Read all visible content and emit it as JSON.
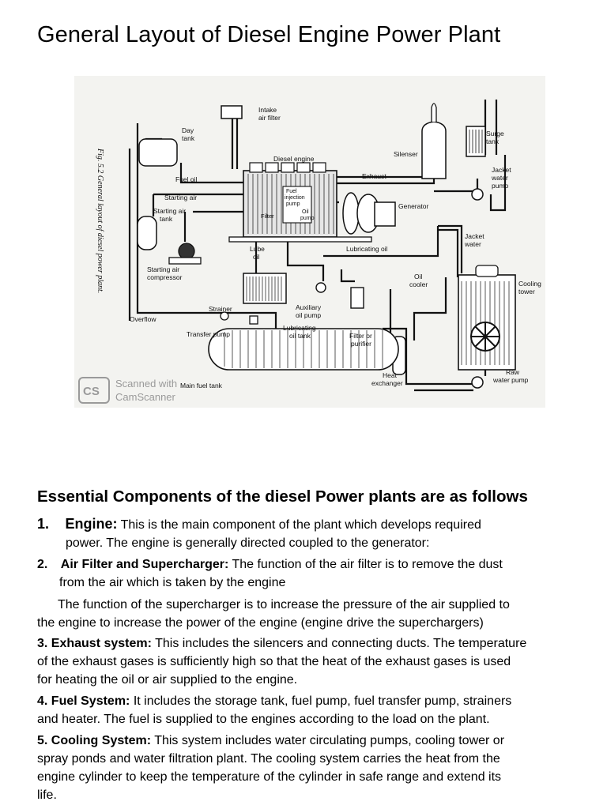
{
  "page": {
    "title": "General Layout of Diesel Engine Power Plant"
  },
  "figure": {
    "caption_side": "Fig. 5.2   General layout of diesel power plant.",
    "watermark": {
      "logo": "CS",
      "line1": "Scanned with",
      "line2": "CamScanner"
    },
    "labels": {
      "intake_air_filter_1": "Intake",
      "intake_air_filter_2": "air filter",
      "day_tank_1": "Day",
      "day_tank_2": "tank",
      "surge_tank_1": "Surge",
      "surge_tank_2": "tank",
      "silenser": "Silenser",
      "diesel_engine": "Diesel engine",
      "fuel_oil": "Fuel oil",
      "exhaust": "Exhaust",
      "jacket_water_pump_1": "Jacket",
      "jacket_water_pump_2": "water",
      "jacket_water_pump_3": "pump",
      "starting_air": "Starting air",
      "fuel_injection_pump_1": "Fuel",
      "fuel_injection_pump_2": "injection",
      "fuel_injection_pump_3": "pump",
      "starting_air_tank_1": "Starting air",
      "starting_air_tank_2": "tank",
      "generator": "Generator",
      "filter": "Filter",
      "oil_pump_1": "Oil",
      "oil_pump_2": "pump",
      "jacket_water_1": "Jacket",
      "jacket_water_2": "water",
      "lube_oil_1": "Lube",
      "lube_oil_2": "oil",
      "lubricating_oil": "Lubricating oil",
      "starting_air_compressor_1": "Starting air",
      "starting_air_compressor_2": "compressor",
      "oil_cooler_1": "Oil",
      "oil_cooler_2": "cooler",
      "cooling_tower_1": "Cooling",
      "cooling_tower_2": "tower",
      "strainer": "Strainer",
      "auxiliary_oil_pump_1": "Auxiliary",
      "auxiliary_oil_pump_2": "oil pump",
      "overflow": "Overflow",
      "transfer_pump": "Transfer pump",
      "lubricating_oil_tank_1": "Lubricating",
      "lubricating_oil_tank_2": "oil tank",
      "filter_or_purifier_1": "Filter or",
      "filter_or_purifier_2": "purifier",
      "heat_exchanger_1": "Heat",
      "heat_exchanger_2": "exchanger",
      "raw_water_pump_1": "Raw",
      "raw_water_pump_2": "water pump",
      "main_fuel_tank": "Main fuel tank"
    }
  },
  "section": {
    "heading": "Essential Components of the diesel Power plants are as follows",
    "items": [
      {
        "num": "1.",
        "title": "Engine:",
        "text1": "This is the main component of the plant which develops required",
        "text2": "power. The engine is generally directed coupled to the generator:"
      },
      {
        "num": "2.",
        "title": "Air Filter and Supercharger:",
        "text1": "The function of the air filter is to remove the dust",
        "text2": "from the air which is taken by the engine"
      },
      {
        "para1": "The function of the supercharger is to increase the pressure of the air supplied to",
        "para2": "the engine to increase the power of the engine (engine drive the superchargers)"
      },
      {
        "title": "3. Exhaust system:",
        "text1": "This includes the silencers and connecting ducts. The temperature",
        "text2": "of the exhaust gases is sufficiently high so that the heat of the exhaust gases is used",
        "text3": "for heating the oil or air supplied to the engine."
      },
      {
        "title": "4. Fuel System:",
        "text1": "It includes the storage tank, fuel pump, fuel transfer pump, strainers",
        "text2": "and heater. The fuel is supplied to the engines according to the load on the plant."
      },
      {
        "title": "5. Cooling System:",
        "text1": "This system includes water circulating pumps, cooling tower or",
        "text2": "spray ponds and water filtration plant. The cooling system carries the heat from the",
        "text3": "engine cylinder to keep the temperature of the cylinder in safe range and extend its",
        "text4": "life."
      }
    ]
  }
}
